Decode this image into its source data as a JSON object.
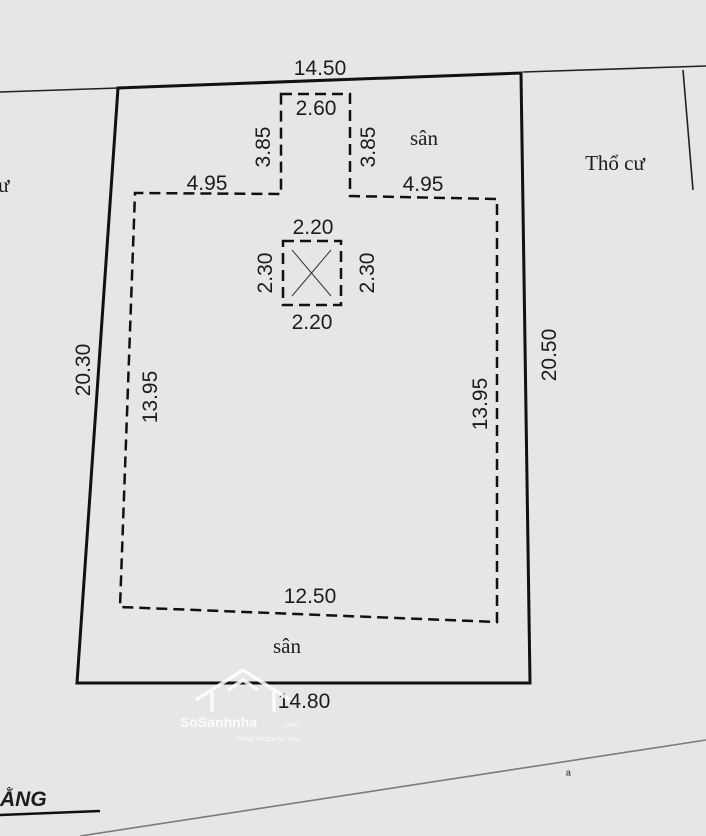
{
  "plot": {
    "top_width": "14.50",
    "bottom_width": "14.80",
    "left_length": "20.30",
    "right_length": "20.50"
  },
  "house": {
    "notch_width": "2.60",
    "notch_depth_left": "3.85",
    "notch_depth_right": "3.85",
    "top_left_segment": "4.95",
    "top_right_segment": "4.95",
    "side_left": "13.95",
    "side_right": "13.95",
    "bottom_width": "12.50"
  },
  "opening": {
    "top": "2.20",
    "bottom": "2.20",
    "left": "2.30",
    "right": "2.30"
  },
  "labels": {
    "yard_top": "sân",
    "yard_bottom": "sân",
    "neighbor_right": "Thổ cư",
    "neighbor_left": "ư",
    "corner_text": "ẰNG"
  },
  "watermark": {
    "brand": "SoSanhnha",
    "domain": ".com",
    "tagline": "Great choice for you"
  }
}
